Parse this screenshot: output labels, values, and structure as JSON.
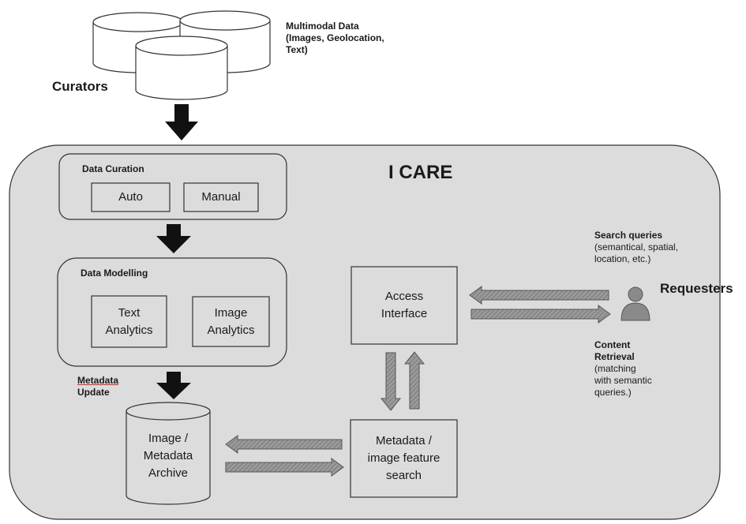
{
  "source": {
    "title": "Multimodal Data",
    "subtitle_1": "(Images, Geolocation,",
    "subtitle_2": "Text)",
    "actor": "Curators"
  },
  "system": {
    "title": "I CARE"
  },
  "curation": {
    "title": "Data Curation",
    "auto": "Auto",
    "manual": "Manual"
  },
  "modelling": {
    "title": "Data Modelling",
    "text_analytics_1": "Text",
    "text_analytics_2": "Analytics",
    "image_analytics_1": "Image",
    "image_analytics_2": "Analytics"
  },
  "metadata_update": {
    "line_1": "Metadata",
    "line_2": "Update"
  },
  "archive": {
    "line_1": "Image /",
    "line_2": "Metadata",
    "line_3": "Archive"
  },
  "search": {
    "line_1": "Metadata /",
    "line_2": "image feature",
    "line_3": "search"
  },
  "access": {
    "line_1": "Access",
    "line_2": "Interface"
  },
  "requesters": {
    "label": "Requesters",
    "queries_title": "Search queries",
    "queries_1": "(semantical, spatial,",
    "queries_2": "location, etc.)",
    "retrieval_title_1": "Content",
    "retrieval_title_2": "Retrieval",
    "retrieval_1": "(matching",
    "retrieval_2": "with semantic",
    "retrieval_3": "queries.)"
  },
  "colors": {
    "system_fill": "#dcdcdc",
    "hatched_arrow": "#8c8c8c",
    "solid_arrow": "#111111",
    "person_icon": "#8a8a8a"
  }
}
